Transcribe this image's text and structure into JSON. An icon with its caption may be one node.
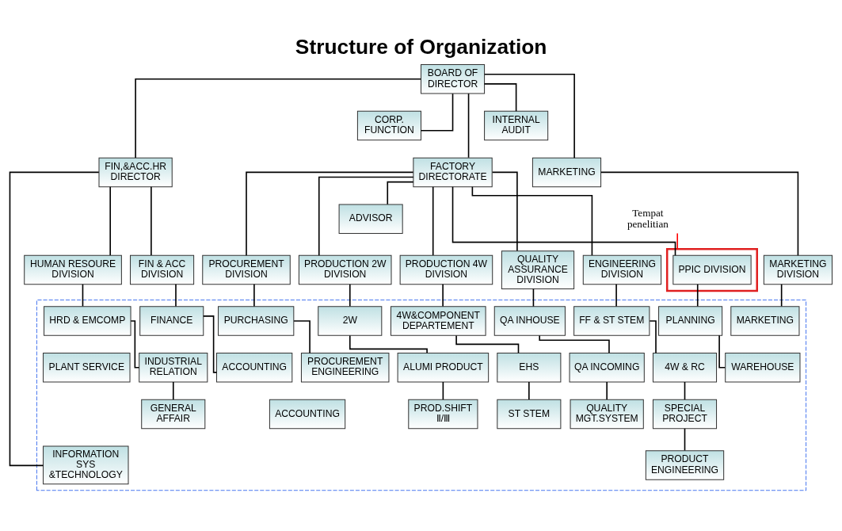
{
  "diagram": {
    "title": "Structure of Organization",
    "nodes": [
      {
        "text": [
          "BOARD OF DIRECTOR"
        ]
      },
      {
        "text": [
          "CORP. FUNCTION"
        ]
      },
      {
        "text": [
          "INTERNAL AUDIT"
        ]
      },
      {
        "text": [
          "FIN,&ACC.HR DIRECTOR"
        ]
      },
      {
        "text": [
          "FACTORY DIRECTORATE"
        ]
      },
      {
        "text": [
          "MARKETING"
        ]
      },
      {
        "text": [
          "ADVISOR"
        ]
      },
      {
        "text": [
          "FIN & ACC DIVISION"
        ]
      },
      {
        "text": [
          "HUMAN RESOURE DIVISION"
        ]
      },
      {
        "text": [
          "PROCUREMENT DIVISION"
        ]
      },
      {
        "text": [
          "PRODUCTION 2W DIVISION"
        ]
      },
      {
        "text": [
          "PRODUCTION 4W DIVISION"
        ]
      },
      {
        "text": [
          "QUALITY ASSURANCE DIVISION"
        ]
      },
      {
        "text": [
          "ENGINEERING DIVISION"
        ]
      },
      {
        "text": [],
        "shape": "box"
      },
      {
        "text": [
          "PPIC DIVISION"
        ],
        "in": 14
      },
      {
        "text": [
          "MARKETING DIVISION"
        ]
      },
      {
        "text": [
          "Tempat penelitian"
        ]
      },
      {
        "text": [],
        "shape": "box"
      },
      {
        "text": [
          "FINANCE"
        ],
        "in": 18
      },
      {
        "text": [
          "ACCOUNTING"
        ],
        "in": 18
      },
      {
        "text": [
          "ACCOUNTING"
        ],
        "in": 18
      },
      {
        "text": [
          "INFORMATION SYS &TECHNOLOGY"
        ],
        "in": 18
      },
      {
        "text": [
          "HRD & EMCOMP"
        ],
        "in": 18
      },
      {
        "text": [
          "INDUSTRIAL RELATION"
        ],
        "in": 18
      },
      {
        "text": [
          "GENERAL AFFAIR"
        ],
        "in": 18
      },
      {
        "text": [
          "PURCHASING"
        ],
        "in": 18
      },
      {
        "text": [
          "PROCUREMENT ENGINEERING"
        ],
        "in": 18
      },
      {
        "text": [
          "2W"
        ],
        "in": 18
      },
      {
        "text": [
          "ALUMI PRODUCT"
        ],
        "in": 18
      },
      {
        "text": [
          "PROD.SHIFT Ⅱ/Ⅲ"
        ],
        "in": 18
      },
      {
        "text": [
          "4W&COMPONENT DEPARTEMENT"
        ],
        "in": 18
      },
      {
        "text": [
          "EHS"
        ],
        "in": 18
      },
      {
        "text": [
          "ST STEM"
        ],
        "in": 18
      },
      {
        "text": [
          "QA INHOUSE"
        ],
        "in": 18
      },
      {
        "text": [
          "QA INCOMING"
        ],
        "in": 18
      },
      {
        "text": [
          "QUALITY MGT.SYSTEM"
        ],
        "in": 18
      },
      {
        "text": [
          "FF & ST STEM"
        ],
        "in": 18
      },
      {
        "text": [
          "4W & RC"
        ],
        "in": 18
      },
      {
        "text": [
          "SPECIAL PROJECT"
        ],
        "in": 18
      },
      {
        "text": [
          "PRODUCT ENGINEERING"
        ],
        "in": 18
      },
      {
        "text": [
          "PLANNING"
        ],
        "in": 18
      },
      {
        "text": [
          "WAREHOUSE"
        ],
        "in": 18
      },
      {
        "text": [
          "MARKETING"
        ],
        "in": 18
      },
      {
        "text": [
          "PLANT SERVICE"
        ],
        "in": 18
      }
    ],
    "edges": [
      {
        "from": 0,
        "to": 1,
        "arrow": "none"
      },
      {
        "from": 0,
        "to": 2,
        "arrow": "none"
      },
      {
        "from": 0,
        "to": 3,
        "arrow": "none"
      },
      {
        "from": 0,
        "to": 4,
        "arrow": "none"
      },
      {
        "from": 0,
        "to": 5,
        "arrow": "none"
      },
      {
        "from": 4,
        "to": 6,
        "arrow": "none"
      },
      {
        "from": 3,
        "to": 7,
        "arrow": "none"
      },
      {
        "from": 3,
        "to": 8,
        "arrow": "none"
      },
      {
        "from": 3,
        "to": 22,
        "arrow": "none"
      },
      {
        "from": 4,
        "to": 9,
        "arrow": "none"
      },
      {
        "from": 4,
        "to": 10,
        "arrow": "none"
      },
      {
        "from": 4,
        "to": 11,
        "arrow": "none"
      },
      {
        "from": 4,
        "to": 12,
        "arrow": "none"
      },
      {
        "from": 4,
        "to": 13,
        "arrow": "none"
      },
      {
        "from": 4,
        "to": 15,
        "arrow": "none"
      },
      {
        "from": 5,
        "to": 16,
        "arrow": "none"
      },
      {
        "from": 17,
        "to": 14,
        "arrow": "none",
        "color": "#ff0000"
      },
      {
        "from": 7,
        "to": 19,
        "arrow": "none"
      },
      {
        "from": 19,
        "to": 20,
        "arrow": "none"
      },
      {
        "from": 8,
        "to": 23,
        "arrow": "none"
      },
      {
        "from": 23,
        "to": 24,
        "arrow": "none"
      },
      {
        "from": 24,
        "to": 25,
        "arrow": "none"
      },
      {
        "from": 9,
        "to": 26,
        "arrow": "none"
      },
      {
        "from": 26,
        "to": 27,
        "arrow": "none"
      },
      {
        "from": 10,
        "to": 28,
        "arrow": "none"
      },
      {
        "from": 28,
        "to": 29,
        "arrow": "none"
      },
      {
        "from": 29,
        "to": 30,
        "arrow": "none"
      },
      {
        "from": 11,
        "to": 31,
        "arrow": "none"
      },
      {
        "from": 31,
        "to": 32,
        "arrow": "none"
      },
      {
        "from": 32,
        "to": 33,
        "arrow": "none"
      },
      {
        "from": 12,
        "to": 34,
        "arrow": "none"
      },
      {
        "from": 34,
        "to": 35,
        "arrow": "none"
      },
      {
        "from": 35,
        "to": 36,
        "arrow": "none"
      },
      {
        "from": 13,
        "to": 37,
        "arrow": "none"
      },
      {
        "from": 37,
        "to": 38,
        "arrow": "none"
      },
      {
        "from": 38,
        "to": 39,
        "arrow": "none"
      },
      {
        "from": 39,
        "to": 40,
        "arrow": "none"
      },
      {
        "from": 15,
        "to": 41,
        "arrow": "none"
      },
      {
        "from": 41,
        "to": 42,
        "arrow": "none"
      },
      {
        "from": 16,
        "to": 43,
        "arrow": "none"
      }
    ]
  }
}
